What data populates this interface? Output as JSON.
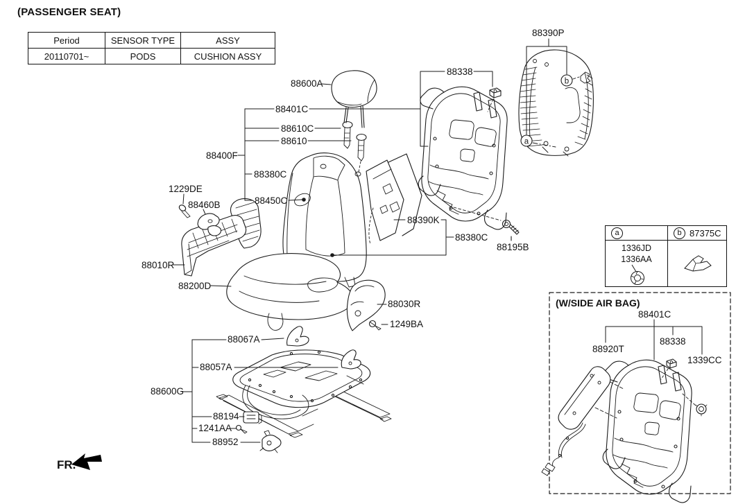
{
  "page_title": "(PASSENGER SEAT)",
  "info_table": {
    "headers": [
      "Period",
      "SENSOR TYPE",
      "ASSY"
    ],
    "rows": [
      [
        "20110701~",
        "PODS",
        "CUSHION ASSY"
      ]
    ]
  },
  "labels": {
    "l88600a": "88600A",
    "l88401c": "88401C",
    "l88610c": "88610C",
    "l88610": "88610",
    "l88400f": "88400F",
    "l88380c_upper": "88380C",
    "l88450c": "88450C",
    "l1229de": "1229DE",
    "l88460b": "88460B",
    "l88010r": "88010R",
    "l88200d": "88200D",
    "l88338_main": "88338",
    "l88390p": "88390P",
    "l88390k": "88390K",
    "l88380c_mid": "88380C",
    "l88195b": "88195B",
    "l88030r": "88030R",
    "l1249ba": "1249BA",
    "l88067a": "88067A",
    "l88057a": "88057A",
    "l88600g": "88600G",
    "l88194": "88194",
    "l1241aa": "1241AA",
    "l88952": "88952"
  },
  "diagram_markers": {
    "a": "a",
    "b": "b"
  },
  "callout_table": {
    "a_letter": "a",
    "b_letter": "b",
    "b_part": "87375C",
    "a_parts": [
      "1336JD",
      "1336AA"
    ]
  },
  "airbag_box": {
    "title": "(W/SIDE AIR BAG)",
    "labels": {
      "l88401c": "88401C",
      "l88920t": "88920T",
      "l88338": "88338",
      "l1339cc": "1339CC"
    }
  },
  "fr_label": "FR.",
  "colors": {
    "line": "#1a1a1a",
    "background": "#ffffff"
  },
  "icons": {
    "grommet": "grommet-icon",
    "clip": "clip-icon",
    "fr_arrow": "fr-direction-arrow"
  }
}
